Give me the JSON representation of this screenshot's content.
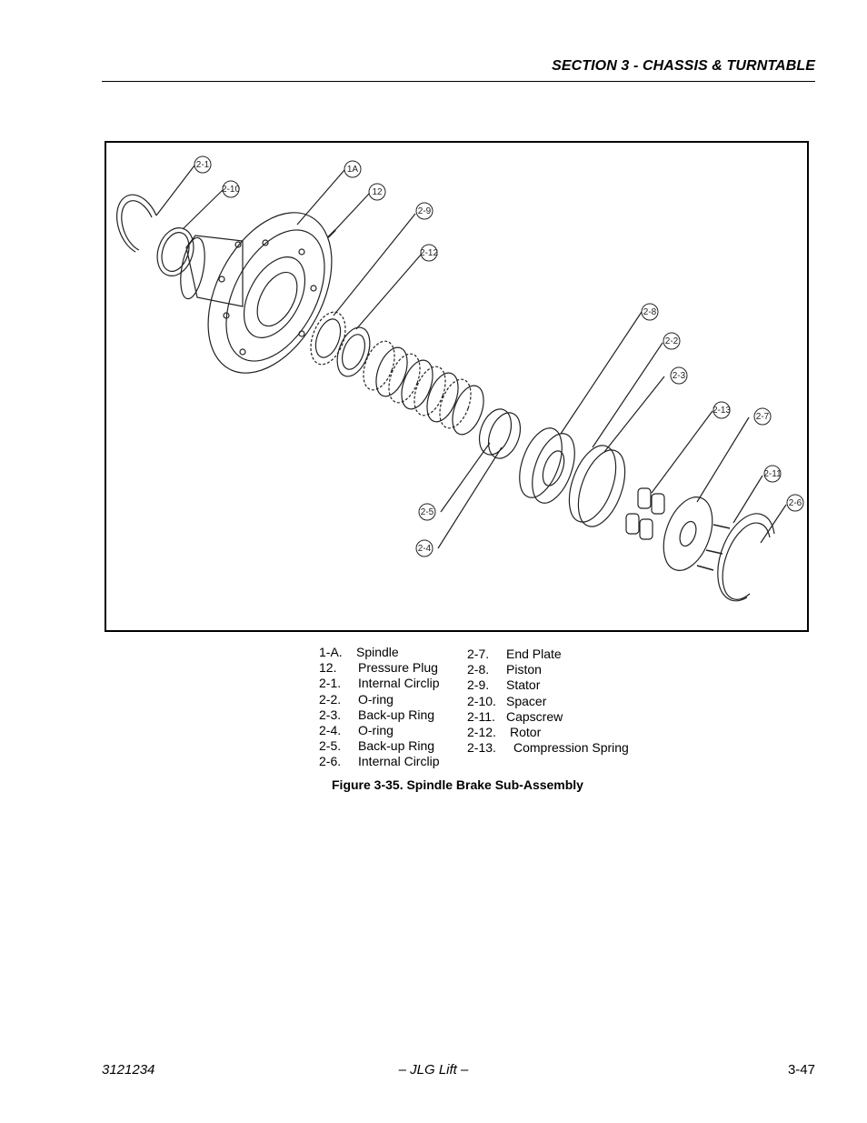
{
  "header": {
    "section_title": "SECTION 3 - CHASSIS & TURNTABLE"
  },
  "figure": {
    "callouts": [
      "2-1",
      "2-10",
      "1A",
      "12",
      "2-9",
      "2-12",
      "2-8",
      "2-2",
      "2-3",
      "2-13",
      "2-7",
      "2-11",
      "2-6",
      "2-5",
      "2-4"
    ],
    "caption": "Figure 3-35.  Spindle Brake Sub-Assembly"
  },
  "legend": {
    "left": [
      {
        "num": "1-A.",
        "label": "Spindle"
      },
      {
        "num": "12.",
        "label": "Pressure Plug"
      },
      {
        "num": "2-1.",
        "label": "Internal Circlip"
      },
      {
        "num": "2-2.",
        "label": "O-ring"
      },
      {
        "num": "2-3.",
        "label": "Back-up Ring"
      },
      {
        "num": "2-4.",
        "label": "O-ring"
      },
      {
        "num": "2-5.",
        "label": "Back-up Ring"
      },
      {
        "num": "2-6.",
        "label": "Internal Circlip"
      }
    ],
    "right": [
      {
        "num": "2-7.",
        "label": "End Plate"
      },
      {
        "num": "2-8.",
        "label": "Piston"
      },
      {
        "num": "2-9.",
        "label": "Stator"
      },
      {
        "num": "2-10.",
        "label": "Spacer"
      },
      {
        "num": "2-11.",
        "label": "Capscrew"
      },
      {
        "num": "2-12.",
        "label": "Rotor"
      },
      {
        "num": "2-13.",
        "label": "Compression Spring"
      }
    ]
  },
  "footer": {
    "doc_number": "3121234",
    "center": "– JLG Lift –",
    "page": "3-47"
  }
}
